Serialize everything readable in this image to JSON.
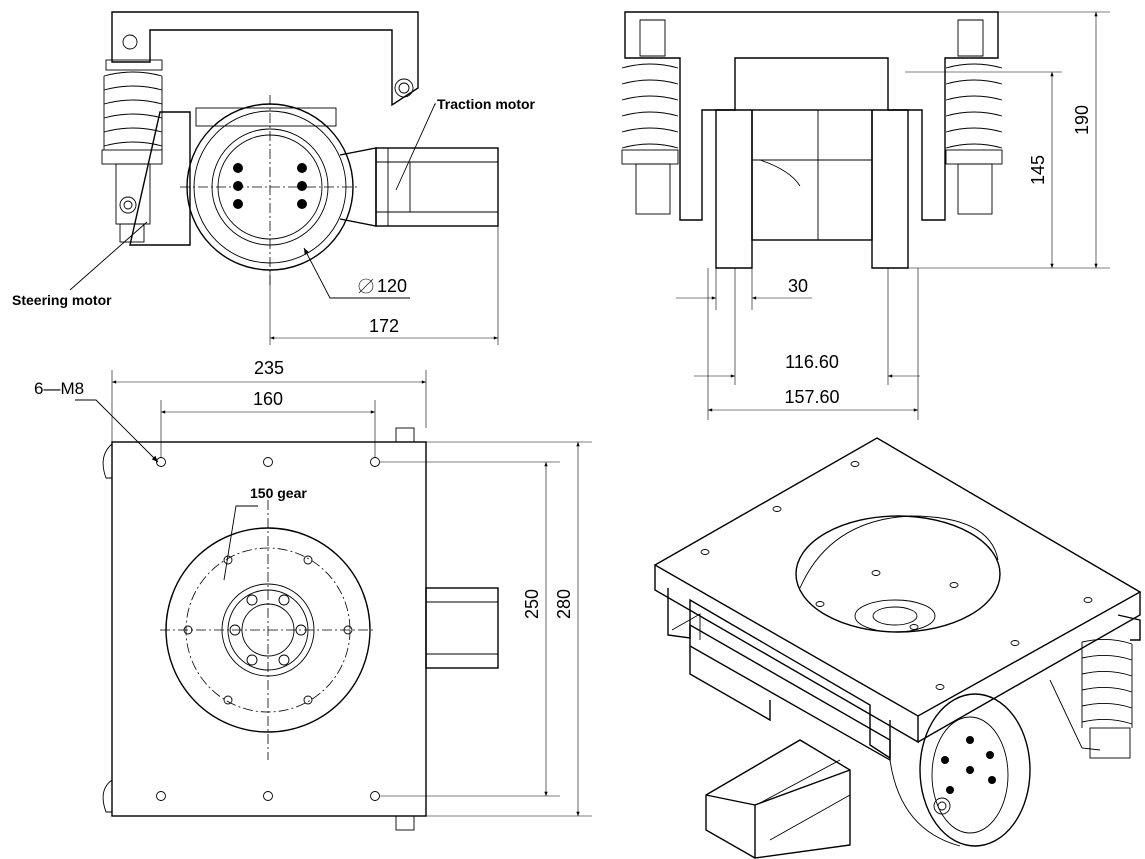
{
  "labels": {
    "traction_motor": "Traction motor",
    "steering_motor": "Steering motor",
    "gear": "150 gear",
    "holes": "6—M8"
  },
  "dimensions": {
    "diameter": "120",
    "d172": "172",
    "d235": "235",
    "d160": "160",
    "d190": "190",
    "d145": "145",
    "d30": "30",
    "d116": "116.60",
    "d157": "157.60",
    "d250": "250",
    "d280": "280"
  },
  "colors": {
    "line": "#000000",
    "background": "#ffffff"
  }
}
